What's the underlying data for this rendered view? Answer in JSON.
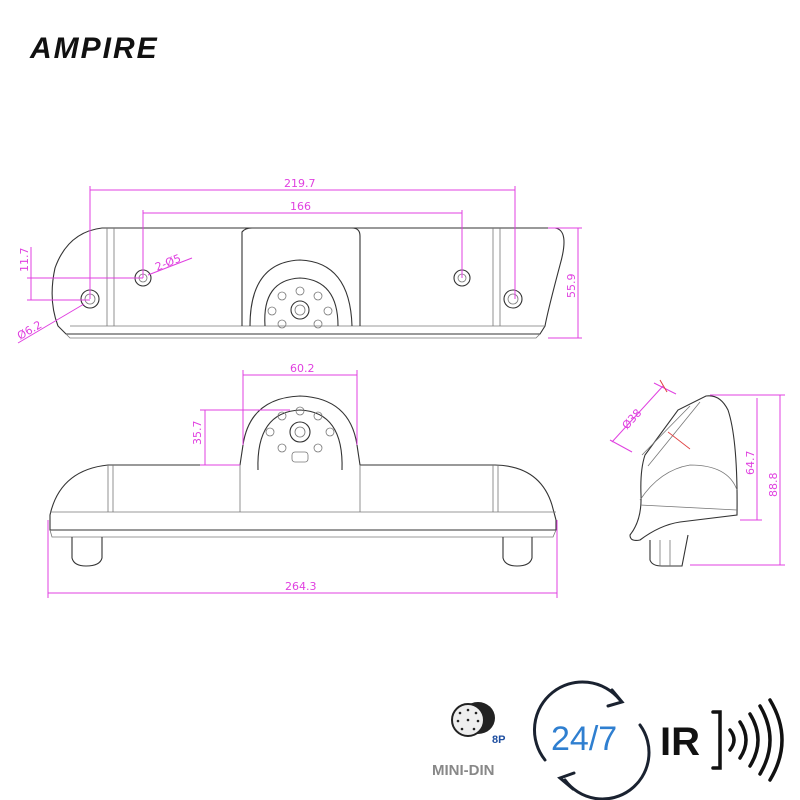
{
  "brand": {
    "logo": "AMPIRE"
  },
  "colors": {
    "dimension": "#e040e0",
    "outline": "#333333",
    "accent_blue": "#2f7fd0"
  },
  "top_view": {
    "dims": {
      "overall_holes": "219.7",
      "inner_holes": "166",
      "height": "55.9",
      "hole_offset": "11.7",
      "small_hole": "2-Ø5",
      "large_hole": "Ø6.2"
    }
  },
  "front_view": {
    "dims": {
      "dome_width": "60.2",
      "dome_height": "35.7",
      "overall_length": "264.3"
    }
  },
  "side_view": {
    "dims": {
      "lens_diameter": "Ø38",
      "body_height": "64.7",
      "overall_height": "88.8"
    }
  },
  "features": {
    "connector": {
      "label": "MINI-DIN",
      "pins": "8P",
      "icon": "mini-din-connector-icon"
    },
    "operation": {
      "label": "24/7",
      "icon": "cycle-arrows-icon"
    },
    "infrared": {
      "label": "IR",
      "icon": "ir-waves-icon"
    }
  }
}
